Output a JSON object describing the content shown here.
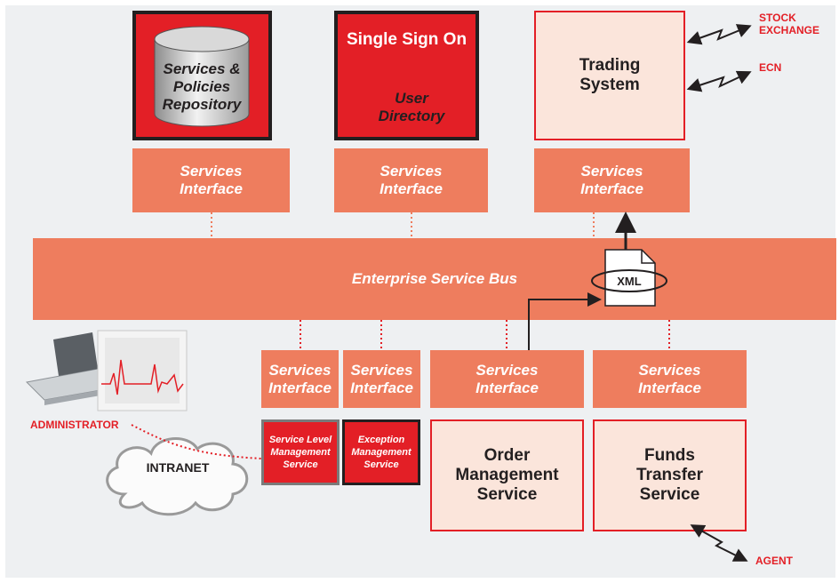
{
  "repository": {
    "label": "Services &\nPolicies\nRepository"
  },
  "sso": {
    "title": "Single Sign On",
    "directory_label": "User\nDirectory"
  },
  "trading": {
    "label": "Trading\nSystem"
  },
  "external": {
    "stock_exchange": "STOCK\nEXCHANGE",
    "ecn": "ECN",
    "agent": "AGENT"
  },
  "services_interface": "Services\nInterface",
  "esb": {
    "label": "Enterprise Service Bus",
    "xml": "XML"
  },
  "administrator": "ADMINISTRATOR",
  "intranet": "INTRANET",
  "slm": {
    "label": "Service Level\nManagement\nService"
  },
  "exception": {
    "label": "Exception\nManagement\nService"
  },
  "order": {
    "label": "Order\nManagement\nService"
  },
  "funds": {
    "label": "Funds\nTransfer\nService"
  },
  "colors": {
    "red": "#e31f26",
    "salmon": "#ee7d5e",
    "pink": "#fbe5db",
    "dark": "#231f20",
    "background": "#eef0f2"
  }
}
